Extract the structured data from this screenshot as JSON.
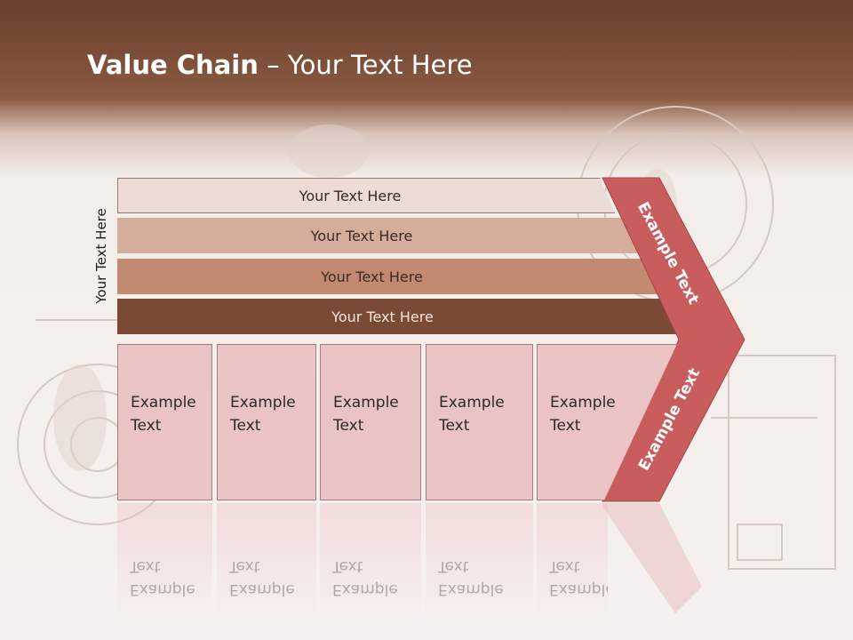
{
  "title": {
    "bold": "Value Chain",
    "rest": " – Your Text Here"
  },
  "side_label": "Your Text Here",
  "stripes": [
    {
      "label": "Your Text Here"
    },
    {
      "label": "Your Text Here"
    },
    {
      "label": "Your Text Here"
    },
    {
      "label": "Your Text Here"
    }
  ],
  "boxes": [
    {
      "line1": "Example",
      "line2": "Text"
    },
    {
      "line1": "Example",
      "line2": "Text"
    },
    {
      "line1": "Example",
      "line2": "Text"
    },
    {
      "line1": "Example",
      "line2": "Text"
    },
    {
      "line1": "Example",
      "line2": "Text"
    }
  ],
  "chevron": {
    "upper_label": "Example Text",
    "lower_label": "Example Text"
  },
  "colors": {
    "header": "#7a4a35",
    "box": "#eac3c4",
    "chevron": "#c95d5e"
  }
}
